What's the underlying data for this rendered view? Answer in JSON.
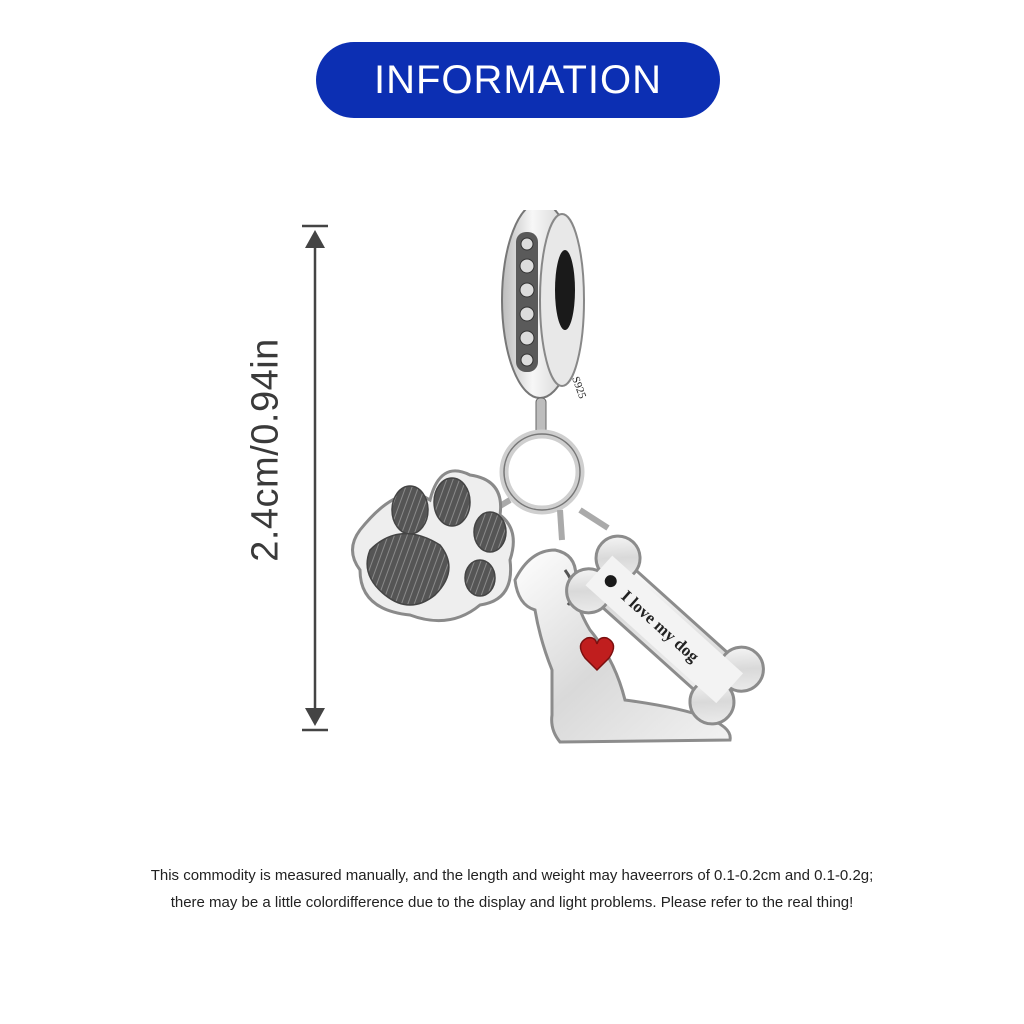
{
  "header": {
    "title": "INFORMATION",
    "pill_color": "#0c2fb3"
  },
  "measurement": {
    "label": "2.4cm/0.94in"
  },
  "product": {
    "engraving": "I love my dog",
    "stamp": "S925",
    "heart_color": "#c01e1e",
    "components": [
      "spacer-bead",
      "paw-charm",
      "dog-charm",
      "bone-charm"
    ]
  },
  "disclaimer": {
    "line1": "This commodity is measured manually, and the length and weight may haveerrors of 0.1-0.2cm and 0.1-0.2g;",
    "line2": "there may be a little colordifference due to the display and light problems. Please refer to the real thing!"
  }
}
